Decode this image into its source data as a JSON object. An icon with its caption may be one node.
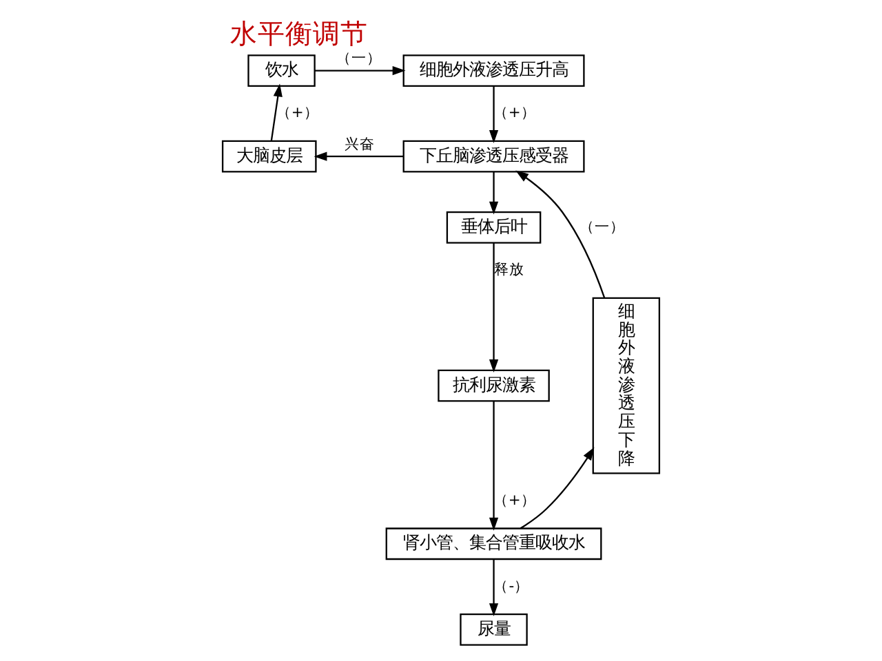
{
  "diagram": {
    "title": "水平衡调节",
    "nodes": [
      {
        "text": [
          "饮水"
        ]
      },
      {
        "text": [
          "细胞外液渗透压升高"
        ]
      },
      {
        "text": [
          "大脑皮层"
        ]
      },
      {
        "text": [
          "下丘脑渗透压感受器"
        ]
      },
      {
        "text": [
          "垂体后叶"
        ]
      },
      {
        "text": [
          "细胞外液渗透压下降"
        ]
      },
      {
        "text": [
          "抗利尿激素"
        ]
      },
      {
        "text": [
          "肾小管、集合管重吸收水"
        ]
      },
      {
        "text": [
          "尿量"
        ]
      }
    ],
    "edges": [
      {
        "from": 0,
        "to": 1,
        "arrow": "to",
        "label": "（一）"
      },
      {
        "from": 1,
        "to": 3,
        "arrow": "to",
        "label": "（+）"
      },
      {
        "from": 3,
        "to": 2,
        "arrow": "to",
        "label": "兴奋"
      },
      {
        "from": 2,
        "to": 0,
        "arrow": "to",
        "label": "（+）"
      },
      {
        "from": 3,
        "to": 4,
        "arrow": "to"
      },
      {
        "from": 4,
        "to": 6,
        "arrow": "to",
        "label": "释放"
      },
      {
        "from": 6,
        "to": 7,
        "arrow": "to",
        "label": "（+）"
      },
      {
        "from": 7,
        "to": 8,
        "arrow": "to",
        "label": "（-）"
      },
      {
        "from": 7,
        "to": 5,
        "arrow": "to"
      },
      {
        "from": 5,
        "to": 3,
        "arrow": "to",
        "label": "（一）"
      }
    ]
  }
}
